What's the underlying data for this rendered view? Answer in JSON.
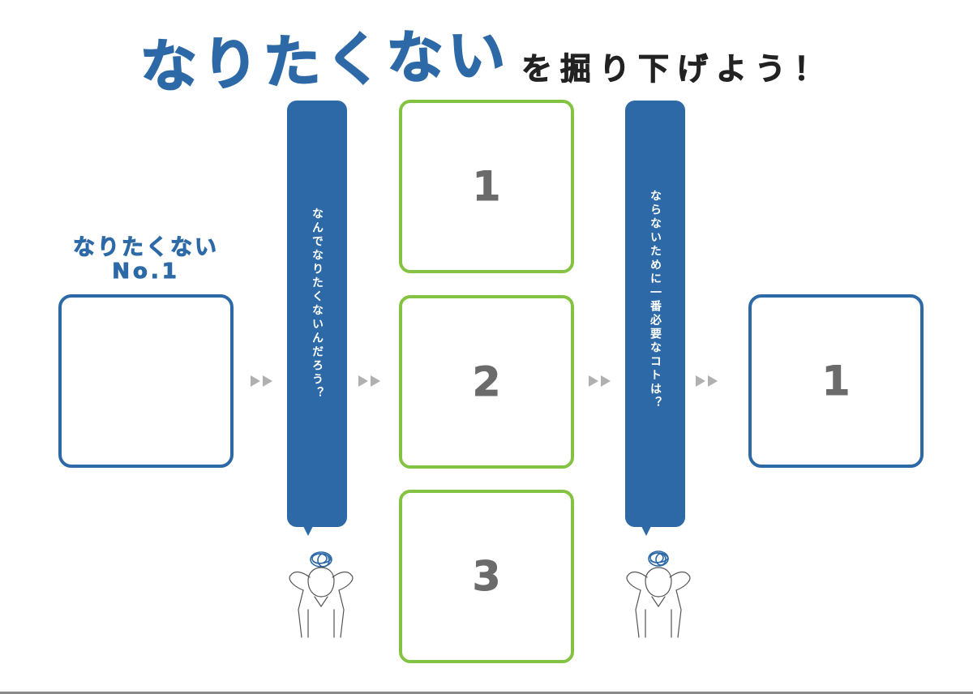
{
  "header": {
    "title_main": "なりたくない",
    "title_sub": "を掘り下げよう！"
  },
  "left_label": {
    "line1": "なりたくない",
    "line2": "No.1"
  },
  "bubbles": {
    "why": "なんでなりたくないんだろう？",
    "need": "ならないために一番必要なコトは？"
  },
  "reason_boxes": [
    "1",
    "2",
    "3"
  ],
  "result_box": "1",
  "colors": {
    "brand_blue": "#2c69a6",
    "accent_green": "#83c341",
    "number_gray": "#6b6b6b",
    "arrow_gray": "#b0b0b0"
  },
  "icons": {
    "arrows": "double-triangle-arrow-icon",
    "figure": "troubled-person-icon",
    "thought": "tangled-thought-scribble-icon"
  }
}
